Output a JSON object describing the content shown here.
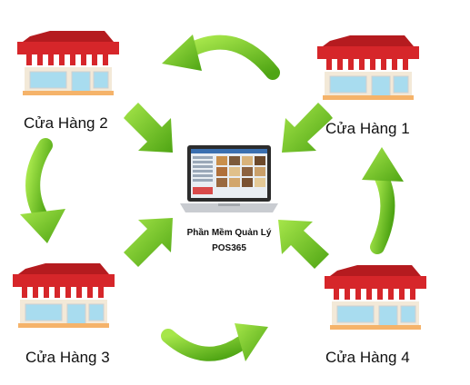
{
  "center": {
    "title_line1": "Phần Mềm Quản Lý",
    "title_line2": "POS365"
  },
  "stores": [
    {
      "label": "Cửa Hàng 1"
    },
    {
      "label": "Cửa Hàng 2"
    },
    {
      "label": "Cửa Hàng 3"
    },
    {
      "label": "Cửa Hàng 4"
    }
  ],
  "colors": {
    "arrow_green": "#7cd22a",
    "arrow_green_dark": "#4fa514",
    "roof_red": "#d6262a",
    "awning_white": "#ffffff",
    "window_blue": "#a8dcef",
    "wall": "#f3e9d8"
  }
}
